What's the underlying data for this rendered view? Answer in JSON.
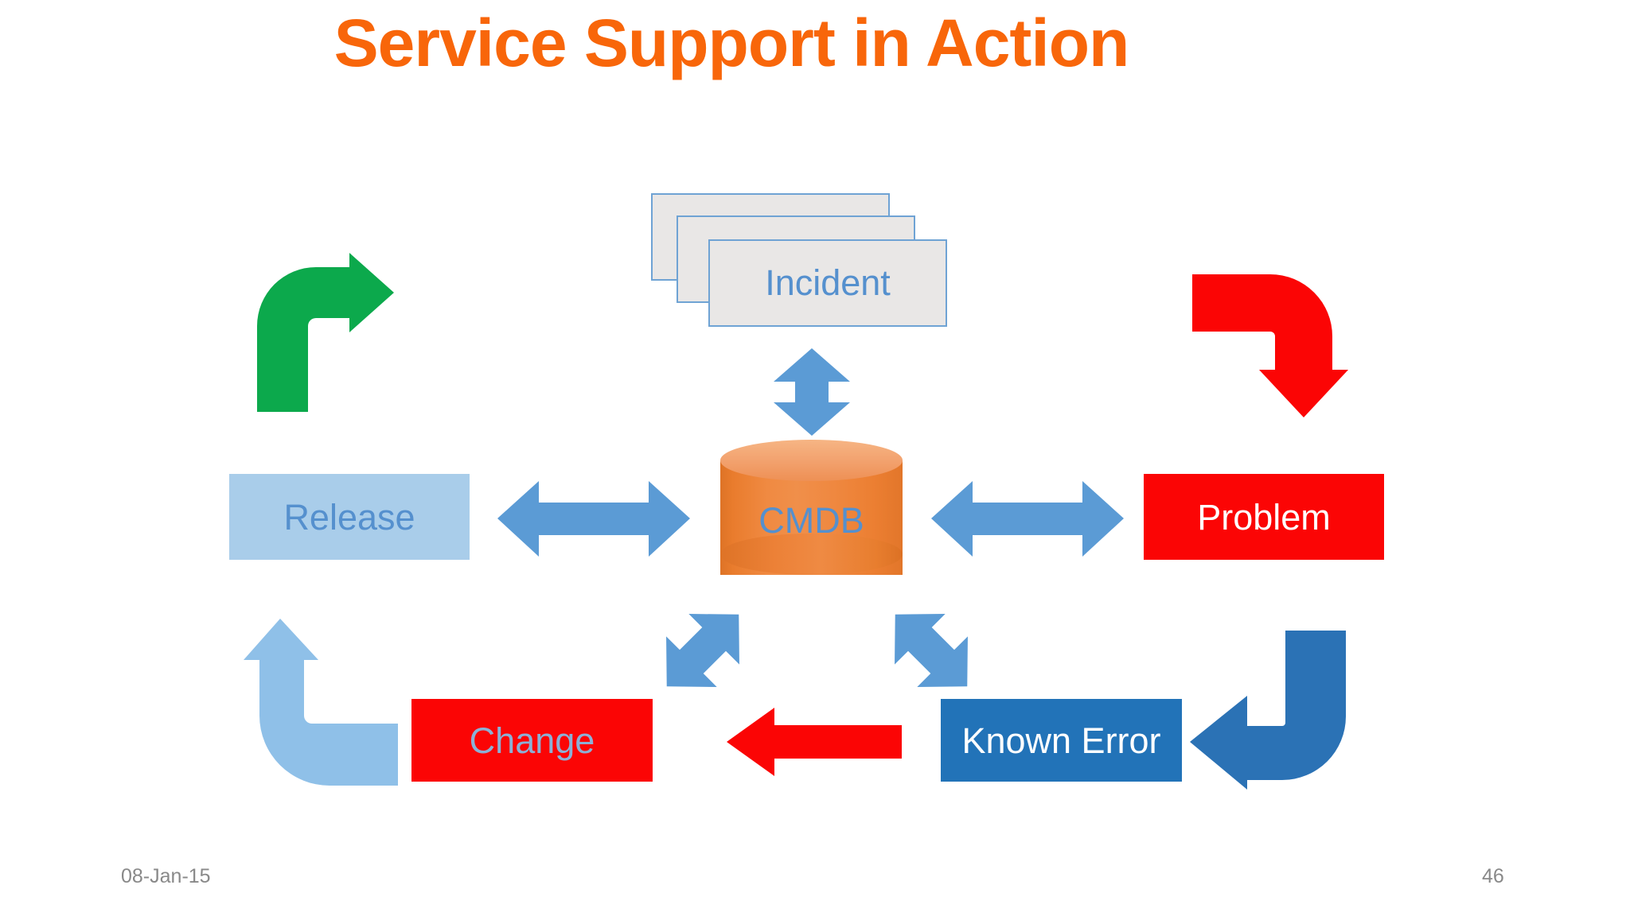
{
  "slide": {
    "title": "Service Support in Action",
    "title_color": "#F8660A",
    "background": "#FFFFFF"
  },
  "nodes": {
    "incident": {
      "label": "Incident",
      "fill": "#E9E7E6",
      "border": "#6FA3D4",
      "text_color": "#5590CE",
      "stack_count": 3
    },
    "release": {
      "label": "Release",
      "fill": "#A9CDEA",
      "text_color": "#5590CE"
    },
    "problem": {
      "label": "Problem",
      "fill": "#FB0505",
      "text_color": "#FFFFFF"
    },
    "change": {
      "label": "Change",
      "fill": "#FB0505",
      "text_color": "#8CB0D6"
    },
    "known_error": {
      "label": "Known Error",
      "fill": "#2273B8",
      "text_color": "#FFFFFF"
    },
    "cmdb": {
      "label": "CMDB",
      "fill": "#EE8A3F",
      "top_fill": "#F3A471",
      "text_color": "#5590CE",
      "shape": "cylinder"
    }
  },
  "arrows": {
    "green_curve": {
      "name": "release-to-incident-curved-arrow",
      "color": "#0CA94C",
      "direction": "up-then-right"
    },
    "red_curve": {
      "name": "incident-to-problem-curved-arrow",
      "color": "#FB0505",
      "direction": "right-then-down"
    },
    "blue_curve": {
      "name": "problem-to-known-error-curved-arrow",
      "color": "#2B72B5",
      "direction": "down-then-left"
    },
    "light_blue_curve": {
      "name": "change-to-release-curved-arrow",
      "color": "#8FC0E8",
      "direction": "left-then-up"
    },
    "incident_cmdb": {
      "name": "incident-cmdb-double-arrow",
      "color": "#5B9BD5",
      "direction": "vertical-double"
    },
    "release_cmdb": {
      "name": "release-cmdb-double-arrow",
      "color": "#5B9BD5",
      "direction": "horizontal-double"
    },
    "problem_cmdb": {
      "name": "problem-cmdb-double-arrow",
      "color": "#5B9BD5",
      "direction": "horizontal-double"
    },
    "change_cmdb": {
      "name": "change-cmdb-double-arrow",
      "color": "#5B9BD5",
      "direction": "diagonal-double"
    },
    "known_error_cmdb": {
      "name": "known-error-cmdb-double-arrow",
      "color": "#5B9BD5",
      "direction": "diagonal-double"
    },
    "known_error_to_change": {
      "name": "known-error-to-change-arrow",
      "color": "#FB0505",
      "direction": "left"
    }
  },
  "footer": {
    "date": "08-Jan-15",
    "page_number": "46",
    "text_color": "#898989"
  }
}
